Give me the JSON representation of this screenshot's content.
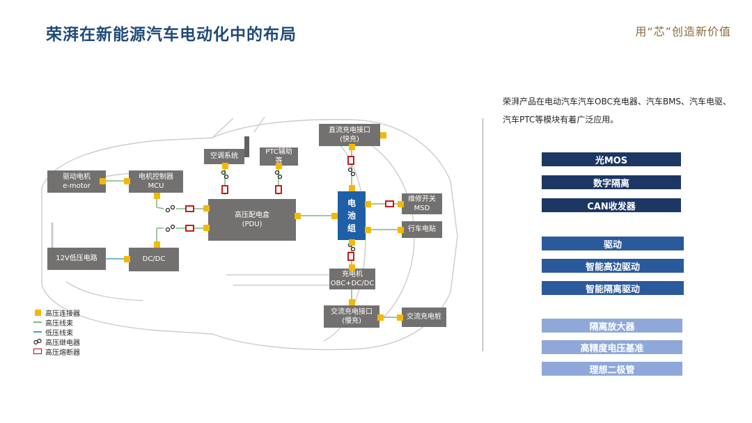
{
  "header": {
    "title": "荣湃在新能源汽车电动化中的布局",
    "slogan": "用“芯”创造新价值"
  },
  "diagram": {
    "boxes": {
      "drive_motor": "驱动电机\ne-motor",
      "motor_controller": "电机控制器\nMCU",
      "hvac": "空调系统",
      "ptc": "PTC辅助\n等",
      "dc_fast_port": "直流充电接口\n(快充)",
      "pdu": "高压配电盒\n(PDU)",
      "battery": "电\n池\n组",
      "msd": "维修开关\nMSD",
      "heater_film": "行车电贴",
      "lv_circuit": "12V低压电路",
      "dcdc": "DC/DC",
      "charger": "充电机\nOBC+DC/DC",
      "ac_slow_port": "交流充电接口\n(慢充)",
      "ac_pile": "交流充电桩"
    },
    "legend": [
      "高压连接器",
      "高压线束",
      "低压线束",
      "高压继电器",
      "高压熔断器"
    ]
  },
  "description": "荣湃产品在电动汽车汽车OBC充电器、汽车BMS、汽车电驱、汽车PTC等模块有着广泛应用。",
  "products": {
    "group1": [
      "光MOS",
      "数字隔离",
      "CAN收发器"
    ],
    "group2": [
      "驱动",
      "智能高边驱动",
      "智能隔离驱动"
    ],
    "group3": [
      "隔离放大器",
      "高精度电压基准",
      "理想二极管"
    ]
  },
  "colors": {
    "title": "#1f4a78",
    "box": "#737170",
    "battery": "#1f5fa7",
    "connector": "#f5b800",
    "hv_line": "#7fb77e",
    "lv_line": "#3aa6c8",
    "fuse": "#c00000",
    "group1": "#1c3763",
    "group2": "#2b5a9c",
    "group3": "#8fa8d9"
  }
}
